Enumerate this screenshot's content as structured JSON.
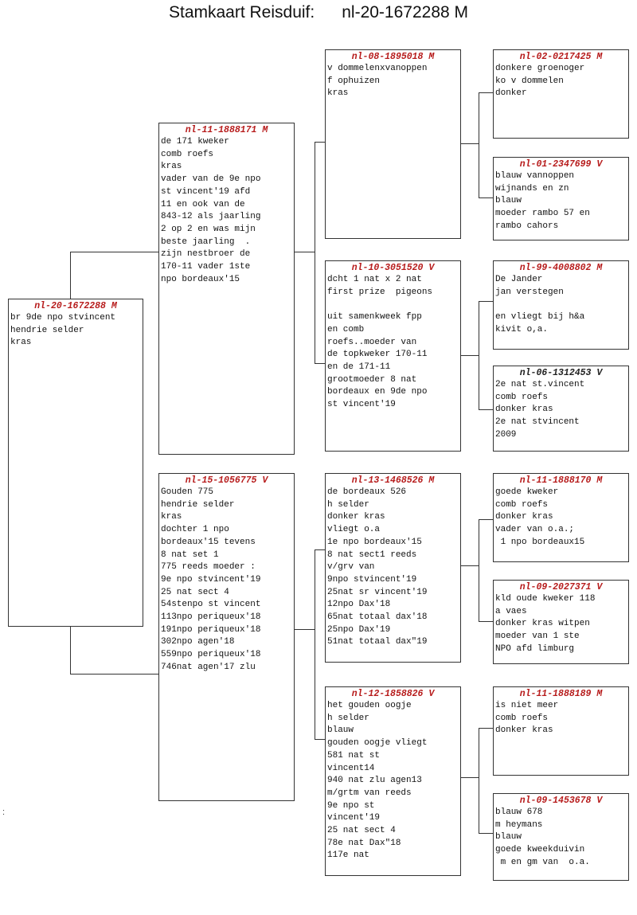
{
  "title": {
    "label": "Stamkaart Reisduif:",
    "pigeon_id": "nl-20-1672288 M"
  },
  "cards": {
    "self": {
      "id": "nl-20-1672288 M",
      "lines": [
        "br 9de npo stvincent",
        "hendrie selder",
        "kras"
      ]
    },
    "father": {
      "id": "nl-11-1888171 M",
      "lines": [
        "de 171 kweker",
        "comb roefs",
        "kras",
        "vader van de 9e npo",
        "st vincent'19 afd",
        "11 en ook van de",
        "843-12 als jaarling",
        "2 op 2 en was mijn",
        "beste jaarling  .",
        "zijn nestbroer de",
        "170-11 vader 1ste",
        "npo bordeaux'15"
      ]
    },
    "mother": {
      "id": "nl-15-1056775 V",
      "lines": [
        "Gouden 775",
        "hendrie selder",
        "kras",
        "dochter 1 npo",
        "bordeaux'15 tevens",
        "8 nat set 1",
        "775 reeds moeder :",
        "9e npo stvincent'19",
        "25 nat sect 4",
        "54stenpo st vincent",
        "113npo periqueux'18",
        "191npo periqueux'18",
        "302npo agen'18",
        "559npo periqueux'18",
        "746nat agen'17 zlu"
      ]
    },
    "ff": {
      "id": "nl-08-1895018 M",
      "lines": [
        "v dommelenxvanoppen",
        "f ophuizen",
        "kras"
      ]
    },
    "fm": {
      "id": "nl-10-3051520 V",
      "lines": [
        "dcht 1 nat x 2 nat",
        "first prize  pigeons",
        "",
        "uit samenkweek fpp",
        "en comb",
        "roefs..moeder van",
        "de topkweker 170-11",
        "en de 171-11",
        "grootmoeder 8 nat",
        "bordeaux en 9de npo",
        "st vincent'19"
      ]
    },
    "mf": {
      "id": "nl-13-1468526 M",
      "lines": [
        "de bordeaux 526",
        "h selder",
        "donker kras",
        "vliegt o.a",
        "1e npo bordeaux'15",
        "8 nat sect1 reeds",
        "v/grv van",
        "9npo stvincent'19",
        "25nat sr vincent'19",
        "12npo Dax'18",
        "65nat totaal dax'18",
        "25npo Dax'19",
        "51nat totaal dax\"19"
      ]
    },
    "mm": {
      "id": "nl-12-1858826 V",
      "lines": [
        "het gouden oogje",
        "h selder",
        "blauw",
        "gouden oogje vliegt",
        "581 nat st",
        "vincent14",
        "940 nat zlu agen13",
        "m/grtm van reeds",
        "9e npo st",
        "vincent'19",
        "25 nat sect 4",
        "78e nat Dax\"18",
        "117e nat"
      ]
    },
    "fff": {
      "id": "nl-02-0217425 M",
      "lines": [
        "donkere groenoger",
        "ko v dommelen",
        "donker"
      ]
    },
    "ffm": {
      "id": "nl-01-2347699 V",
      "lines": [
        "blauw vannoppen",
        "wijnands en zn",
        "blauw",
        "moeder rambo 57 en",
        "rambo cahors"
      ]
    },
    "fmf": {
      "id": "nl-99-4008802 M",
      "lines": [
        "De Jander",
        "jan verstegen",
        "",
        "en vliegt bij h&a",
        "kivit o,a."
      ]
    },
    "fmm": {
      "id": "nl-06-1312453 V",
      "lines": [
        "2e nat st.vincent",
        "comb roefs",
        "donker kras",
        "2e nat stvincent",
        "2009"
      ]
    },
    "mff": {
      "id": "nl-11-1888170 M",
      "lines": [
        "goede kweker",
        "comb roefs",
        "donker kras",
        "vader van o.a.;",
        " 1 npo bordeaux15"
      ]
    },
    "mfm": {
      "id": "nl-09-2027371 V",
      "lines": [
        "kld oude kweker 118",
        "a vaes",
        "donker kras witpen",
        "moeder van 1 ste",
        "NPO afd limburg"
      ]
    },
    "mmf": {
      "id": "nl-11-1888189 M",
      "lines": [
        "is niet meer",
        "comb roefs",
        "donker kras"
      ]
    },
    "mmm": {
      "id": "nl-09-1453678 V",
      "lines": [
        "blauw 678",
        "m heymans",
        "blauw",
        "goede kweekduivin",
        " m en gm van  o.a."
      ]
    }
  },
  "misc": {
    "colon_mark": ":"
  }
}
